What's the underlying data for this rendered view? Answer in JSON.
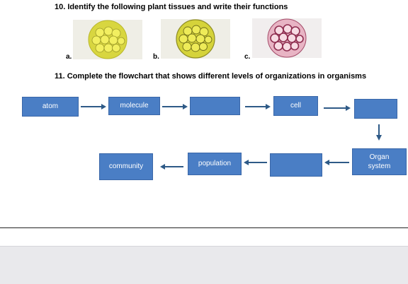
{
  "q10": {
    "title": "10. Identify the following plant tissues and write their functions",
    "options": [
      {
        "label": "a.",
        "image": "yellow-green plant tissue micrograph"
      },
      {
        "label": "b.",
        "image": "yellow plant tissue micrograph"
      },
      {
        "label": "c.",
        "image": "pink plant tissue micrograph"
      }
    ]
  },
  "q11": {
    "title": "11. Complete the flowchart that shows different levels of organizations in organisms",
    "boxes": {
      "atom": "atom",
      "molecule": "molecule",
      "blank1": "",
      "cell": "cell",
      "blank2": "",
      "organ_system": "Organ system",
      "blank3": "",
      "population": "population",
      "community": "community"
    }
  },
  "colors": {
    "box_fill": "#4a7ec5",
    "arrow": "#2e5a87"
  }
}
